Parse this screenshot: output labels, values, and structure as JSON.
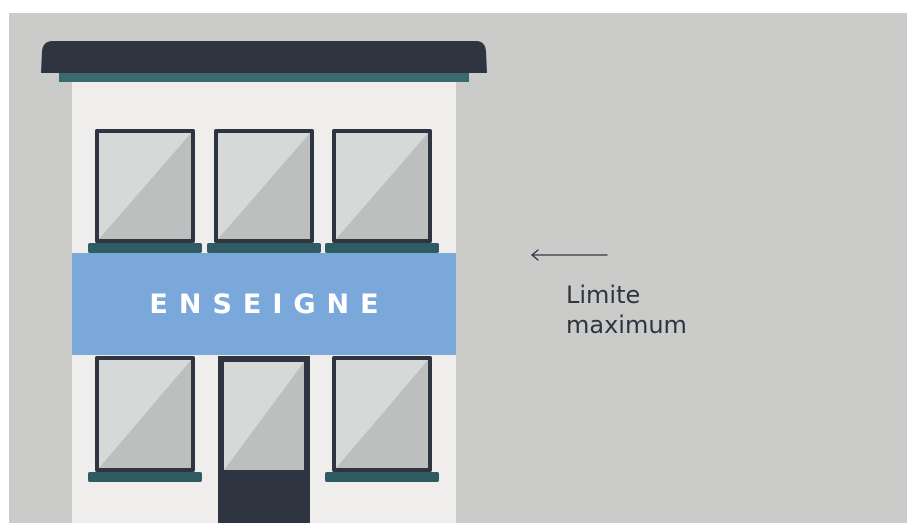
{
  "sign": {
    "label": "ENSEIGNE"
  },
  "annotation": {
    "line1": "Limite",
    "line2": "maximum"
  },
  "colors": {
    "background": "#cbcbca",
    "facade": "#efeeed",
    "roof": "#2e3540",
    "roof_trim": "#3a6a6e",
    "sign_band": "#7ba8db",
    "window_frame": "#2e3540",
    "window_glass_light": "#d7d9d9",
    "window_glass_dark": "#bdbfbf",
    "window_sill": "#2f5c63",
    "door": "#2e3540"
  },
  "icons": {
    "arrow": "arrow-left-icon"
  }
}
